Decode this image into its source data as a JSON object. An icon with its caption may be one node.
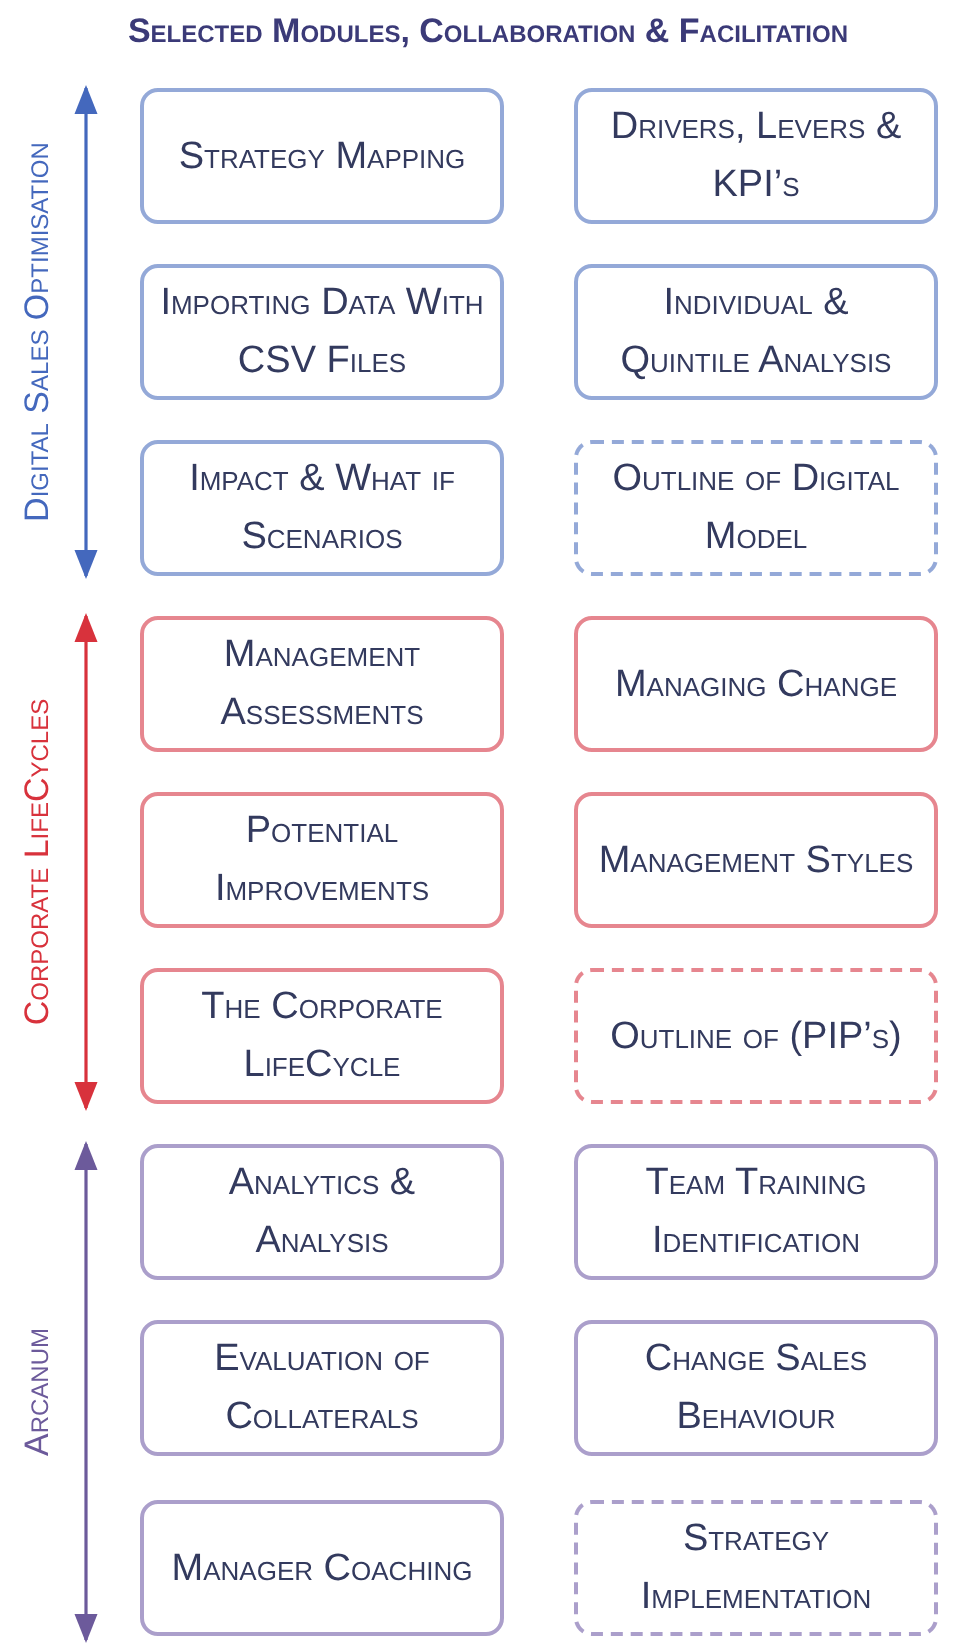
{
  "diagram": {
    "title": "Selected Modules, Collaboration & Facilitation",
    "nodes": [
      {
        "text": [
          "Strategy Mapping"
        ]
      },
      {
        "text": [
          "Drivers, Levers & KPI’s"
        ]
      },
      {
        "text": [
          "Importing Data With CSV Files"
        ]
      },
      {
        "text": [
          "Individual & Quintile Analysis"
        ]
      },
      {
        "text": [
          "Impact & What if Scenarios"
        ]
      },
      {
        "text": [
          "Outline of Digital Model"
        ]
      },
      {
        "text": [
          "Management Assessments"
        ]
      },
      {
        "text": [
          "Managing Change"
        ]
      },
      {
        "text": [
          "Potential Improvements"
        ]
      },
      {
        "text": [
          "Management Styles"
        ]
      },
      {
        "text": [
          "The Corporate LifeCycle"
        ]
      },
      {
        "text": [
          "Outline of (PIP’s)"
        ]
      },
      {
        "text": [
          "Analytics & Analysis"
        ]
      },
      {
        "text": [
          "Team Training Identification"
        ]
      },
      {
        "text": [
          "Evaluation of Collaterals"
        ]
      },
      {
        "text": [
          "Change Sales Behaviour"
        ]
      },
      {
        "text": [
          "Manager Coaching"
        ]
      },
      {
        "text": [
          "Strategy Implementation"
        ]
      }
    ],
    "labels": [
      "Digital Sales Optimisation",
      "Corporate LifeCycles",
      "Arcanum"
    ]
  }
}
